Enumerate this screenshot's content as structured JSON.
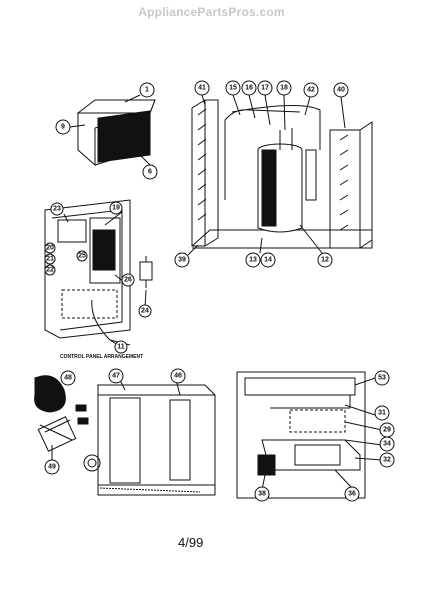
{
  "watermark": "AppliancePartsPros.com",
  "caption": "CONTROL PANEL ARRANGEMENT",
  "footer": "4/99",
  "callouts": {
    "c1": "1",
    "c9": "9",
    "c6": "6",
    "c41": "41",
    "c15": "15",
    "c16": "16",
    "c17": "17",
    "c18": "18",
    "c42": "42",
    "c40": "40",
    "c39": "39",
    "c13": "13",
    "c14": "14",
    "c12": "12",
    "c23": "23",
    "c20": "20",
    "c21": "21",
    "c22": "22",
    "c25": "25",
    "c19": "19",
    "c26": "26",
    "c24": "24",
    "c11": "11",
    "c48": "48",
    "c47": "47",
    "c46": "46",
    "c49": "49",
    "c53": "53",
    "c31": "31",
    "c29": "29",
    "c34": "34",
    "c32": "32",
    "c38": "38",
    "c36": "36"
  }
}
